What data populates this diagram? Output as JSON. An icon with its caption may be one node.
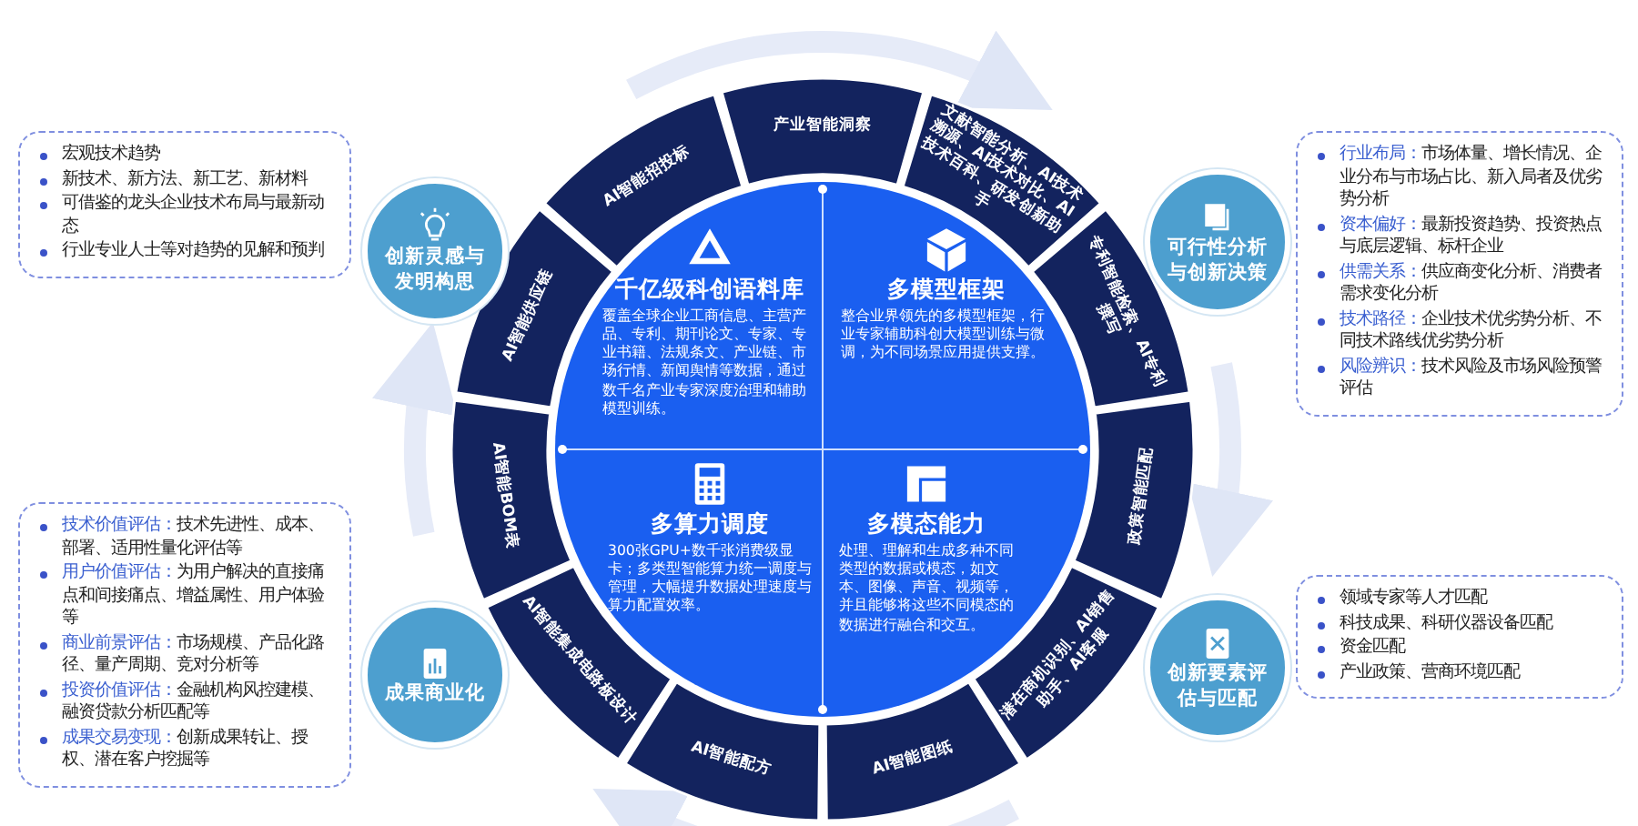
{
  "diagram": {
    "nodes": [
      {
        "text": [
          "千亿级科创语料库",
          "覆盖全球企业工商信息、主营产品、专利、期刊论文、专家、专业书籍、法规条文、产业链、市场行情、新闻舆情等数据，通过数千名产业专家深度治理和辅助模型训练。"
        ]
      },
      {
        "text": [
          "多模型框架",
          "整合业界领先的多模型框架，行业专家辅助科创大模型训练与微调，为不同场景应用提供支撑。"
        ]
      },
      {
        "text": [
          "多算力调度",
          "300张GPU+数千张消费级显卡；多类型智能算力统一调度与管理，大幅提升数据处理速度与算力配置效率。"
        ]
      },
      {
        "text": [
          "多模态能力",
          "处理、理解和生成多种不同类型的数据或模态，如文本、图像、声音、视频等，并且能够将这些不同模态的数据进行融合和交互。"
        ]
      },
      {
        "text": [
          "产业智能洞察"
        ]
      },
      {
        "text": [
          "文献智能分析、AI技术溯源、AI技术对比、AI技术百科、研发创新助手"
        ]
      },
      {
        "text": [
          "专利智能检索、AI专利撰写"
        ]
      },
      {
        "text": [
          "政策智能匹配"
        ]
      },
      {
        "text": [
          "潜在商机识别、AI销售助手、AI客服"
        ]
      },
      {
        "text": [
          "AI智能图纸"
        ]
      },
      {
        "text": [
          "AI智能配方"
        ]
      },
      {
        "text": [
          "AI智能集成电路板设计"
        ]
      },
      {
        "text": [
          "AI智能BOM表"
        ]
      },
      {
        "text": [
          "AI智能供应链"
        ]
      },
      {
        "text": [
          "AI智能招投标"
        ]
      },
      {
        "text": [
          "创新灵感与发明构思"
        ]
      },
      {
        "text": [
          "可行性分析与创新决策"
        ]
      },
      {
        "text": [
          "成果商业化"
        ]
      },
      {
        "text": [
          "创新要素评估与匹配"
        ]
      },
      {
        "text": [
          "宏观技术趋势",
          "新技术、新方法、新工艺、新材料",
          "可借鉴的龙头企业技术布局与最新动态",
          "行业专业人士等对趋势的见解和预判"
        ]
      },
      {
        "text": [
          "行业布局：市场体量、增长情况、企业分布与市场占比、新入局者及优劣势分析",
          "资本偏好：最新投资趋势、投资热点与底层逻辑、标杆企业",
          "供需关系：供应商变化分析、消费者需求变化分析",
          "技术路径：企业技术优劣势分析、不同技术路线优劣势分析",
          "风险辨识：技术风险及市场风险预警评估"
        ]
      },
      {
        "text": [
          "技术价值评估：技术先进性、成本、部署、适用性量化评估等",
          "用户价值评估：为用户解决的直接痛点和间接痛点、增益属性、用户体验等",
          "商业前景评估：市场规模、产品化路径、量产周期、竞对分析等",
          "投资价值评估：金融机构风控建模、融资贷款分析匹配等",
          "成果交易变现：创新成果转让、授权、潜在客户挖掘等"
        ]
      },
      {
        "text": [
          "领域专家等人才匹配",
          "科技成果、科研仪器设备匹配",
          "资金匹配",
          "产业政策、营商环境匹配"
        ]
      }
    ]
  }
}
